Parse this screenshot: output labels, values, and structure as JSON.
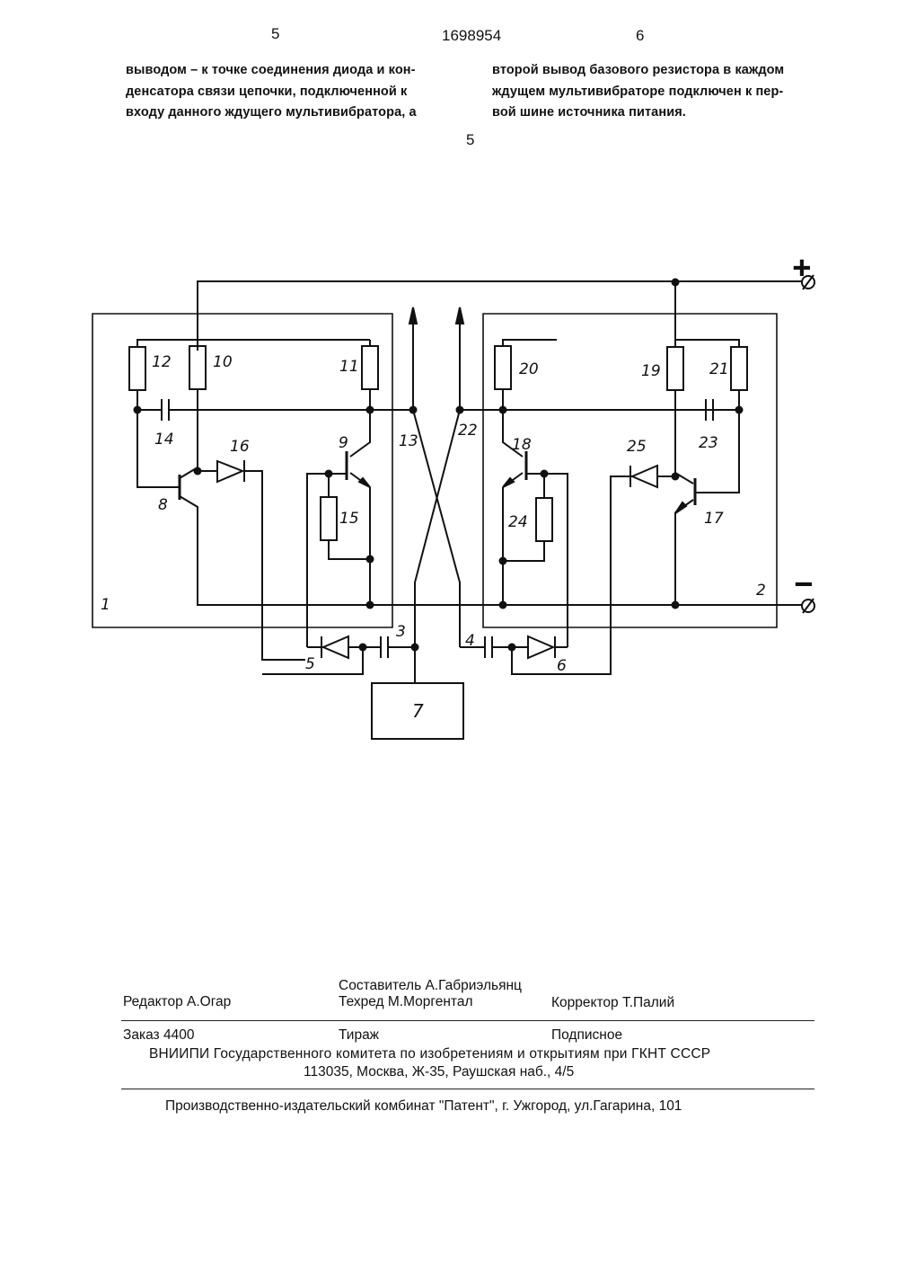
{
  "header": {
    "left_page": "5",
    "patent_number": "1698954",
    "right_page": "6"
  },
  "left_column": [
    "выводом – к точке соединения диода и кон-",
    "денсатора связи цепочки, подключенной к",
    "входу данного ждущего мультивибратора, а"
  ],
  "right_column": [
    "второй вывод базового резистора в каждом",
    "ждущем мультивибраторе подключен к пер-",
    "вой шине источника питания."
  ],
  "line_number": "5",
  "schematic": {
    "plus_label": "+",
    "minus_label": "−",
    "labels": {
      "l1": "1",
      "l2": "2",
      "l3": "3",
      "l4": "4",
      "l5": "5",
      "l6": "6",
      "l7": "7",
      "l8": "8",
      "l9": "9",
      "l10": "10",
      "l11": "11",
      "l12": "12",
      "l13": "13",
      "l14": "14",
      "l15": "15",
      "l16": "16",
      "l17": "17",
      "l18": "18",
      "l19": "19",
      "l20": "20",
      "l21": "21",
      "l22": "22",
      "l23": "23",
      "l24": "24",
      "l25": "25"
    }
  },
  "footer": {
    "composer": "Составитель  А.Габриэльянц",
    "editor": "Редактор  А.Огар",
    "techred": "Техред М.Моргентал",
    "corrector": "Корректор  Т.Палий",
    "order": "Заказ  4400",
    "circulation": "Тираж",
    "subscription": "Подписное",
    "org_line": "ВНИИПИ Государственного комитета по изобретениям и открытиям при ГКНТ СССР",
    "address": "113035, Москва, Ж-35, Раушская наб., 4/5",
    "publisher": "Производственно-издательский комбинат \"Патент\", г. Ужгород, ул.Гагарина, 101"
  }
}
